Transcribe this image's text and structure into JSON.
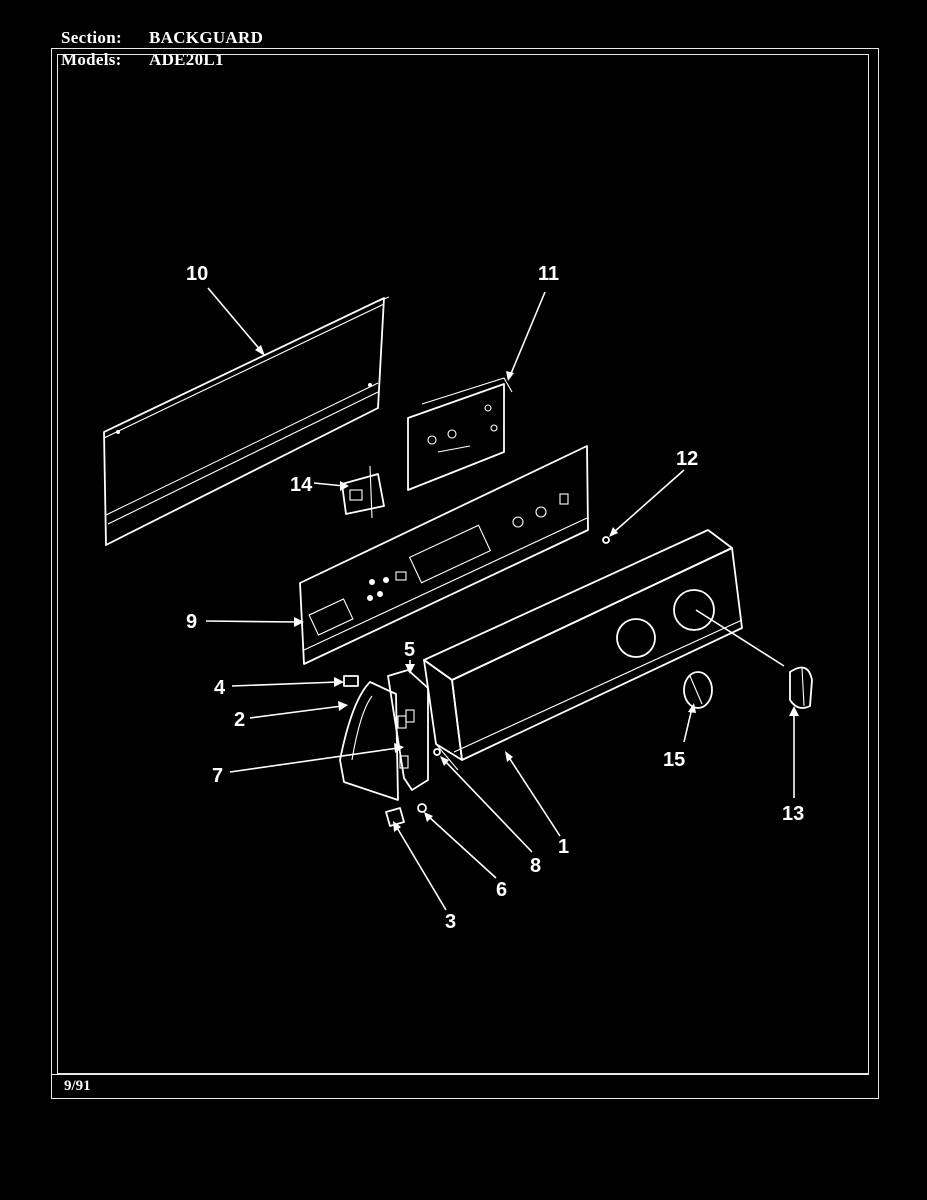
{
  "header": {
    "section_label": "Section:",
    "section_value": "BACKGUARD",
    "models_label": "Models:",
    "models_value": "ADE20L1"
  },
  "footer": {
    "date": "9/91"
  },
  "callouts": [
    "10",
    "11",
    "12",
    "14",
    "9",
    "4",
    "5",
    "2",
    "7",
    "15",
    "13",
    "8",
    "1",
    "6",
    "3"
  ]
}
